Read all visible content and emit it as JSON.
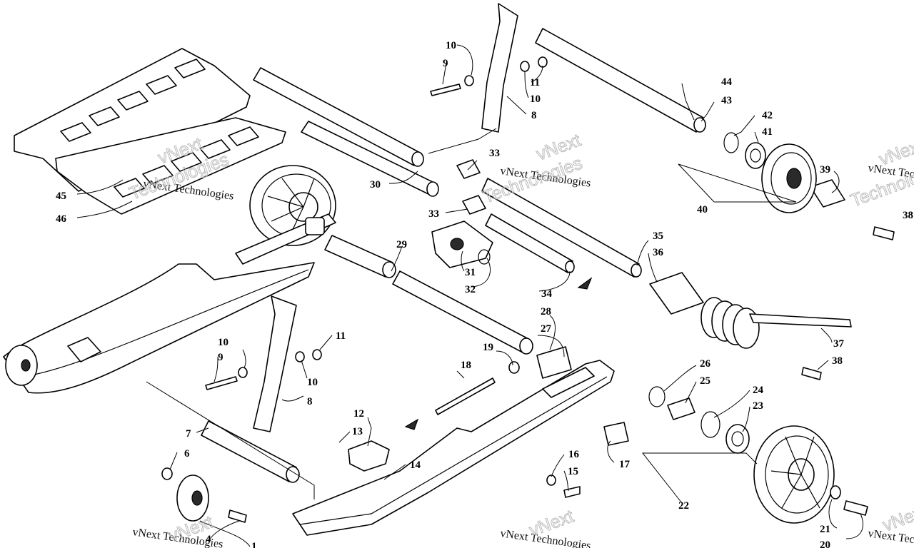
{
  "callouts": {
    "c1": "1",
    "c4": "4",
    "c6": "6",
    "c7": "7",
    "c8a": "8",
    "c8b": "8",
    "c9a": "9",
    "c9b": "9",
    "c10a": "10",
    "c10b": "10",
    "c10c": "10",
    "c10d": "10",
    "c11a": "11",
    "c11b": "11",
    "c12": "12",
    "c13": "13",
    "c14": "14",
    "c15": "15",
    "c16": "16",
    "c17": "17",
    "c18": "18",
    "c19": "19",
    "c20": "20",
    "c21": "21",
    "c22": "22",
    "c23": "23",
    "c24": "24",
    "c25": "25",
    "c26": "26",
    "c27": "27",
    "c28": "28",
    "c29": "29",
    "c30": "30",
    "c31": "31",
    "c32": "32",
    "c33a": "33",
    "c33b": "33",
    "c34": "34",
    "c35": "35",
    "c36": "36",
    "c37": "37",
    "c38a": "38",
    "c38b": "38",
    "c39": "39",
    "c40": "40",
    "c41": "41",
    "c42": "42",
    "c43": "43",
    "c44": "44",
    "c45": "45",
    "c46": "46"
  },
  "watermark": {
    "company": "vNext Technologies",
    "brand": "vNext",
    "word": "Technologies"
  }
}
